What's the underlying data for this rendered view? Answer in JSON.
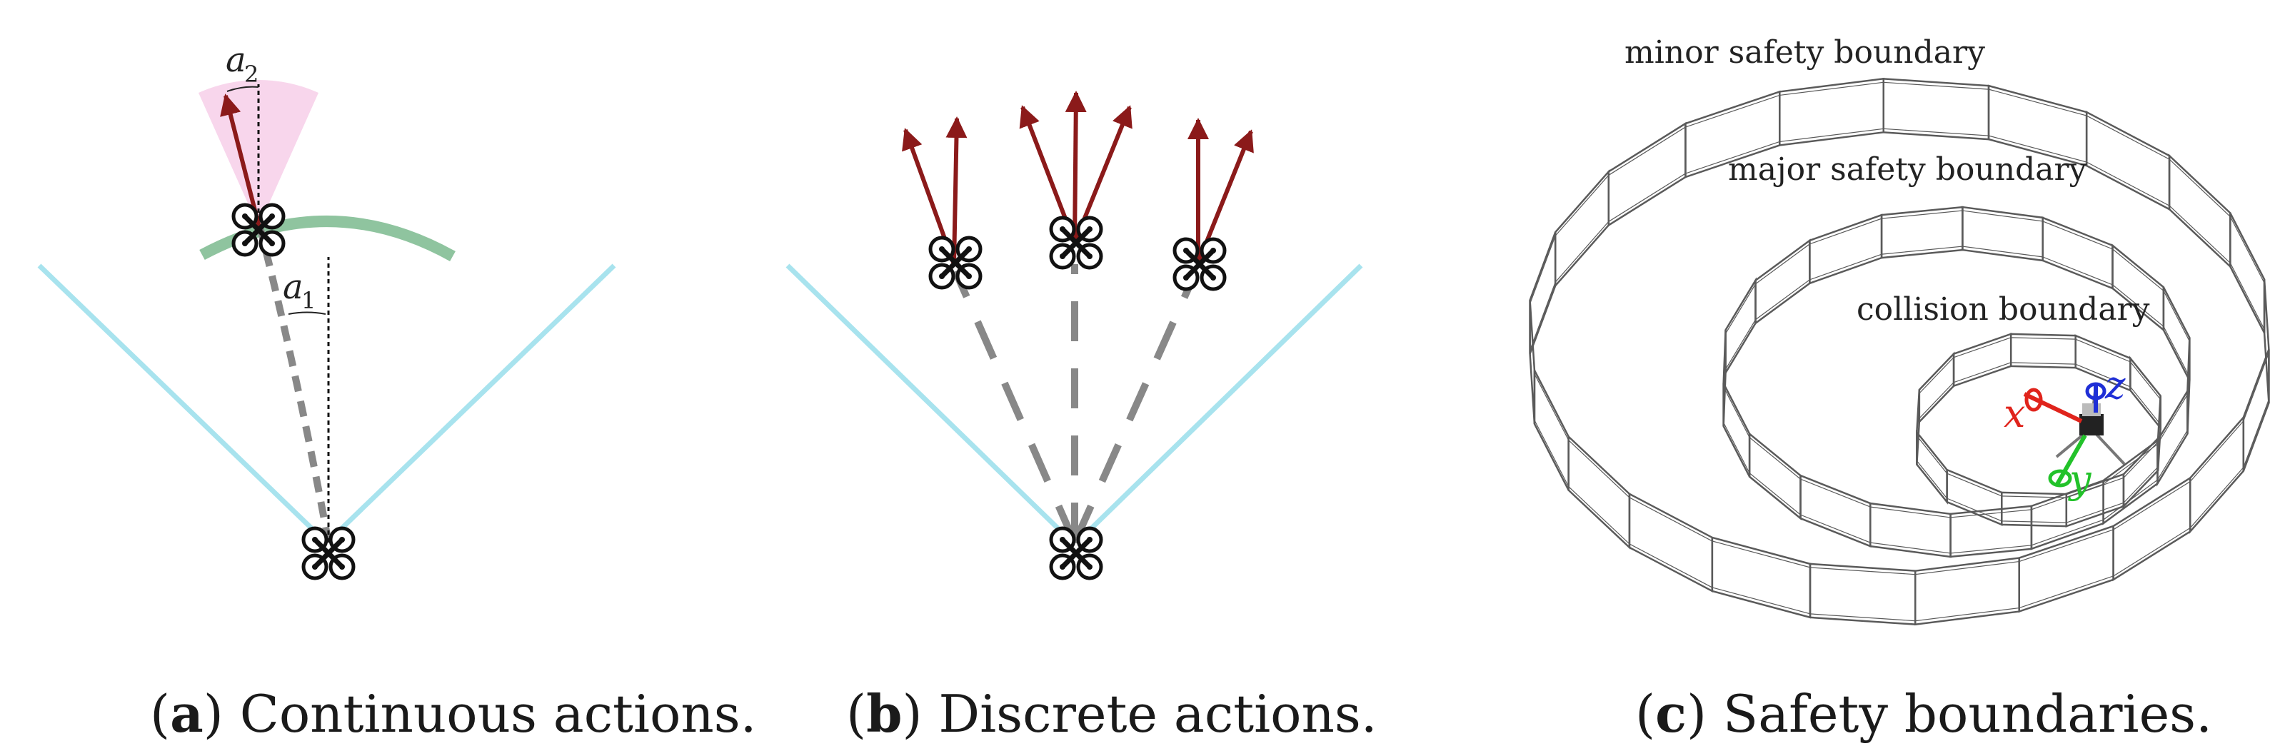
{
  "panels": [
    {
      "letter": "a",
      "caption": "Continuous actions.",
      "angle_labels": [
        {
          "base": "a",
          "sub": "2"
        },
        {
          "base": "a",
          "sub": "1"
        }
      ]
    },
    {
      "letter": "b",
      "caption": "Discrete actions."
    },
    {
      "letter": "c",
      "caption": "Safety boundaries.",
      "boundaries": [
        "minor safety boundary",
        "major safety boundary",
        "collision boundary"
      ],
      "axes": [
        {
          "label": "x",
          "color": "#e0241c"
        },
        {
          "label": "y",
          "color": "#22c22a"
        },
        {
          "label": "z",
          "color": "#1f2fd6"
        }
      ]
    }
  ],
  "colors": {
    "fov": "#a8e3ee",
    "arrow": "#8b1a1a",
    "path": "#888888",
    "arc": "#8fc49f",
    "sector": "#f7d2ea",
    "wall": "#5a5a5a"
  }
}
